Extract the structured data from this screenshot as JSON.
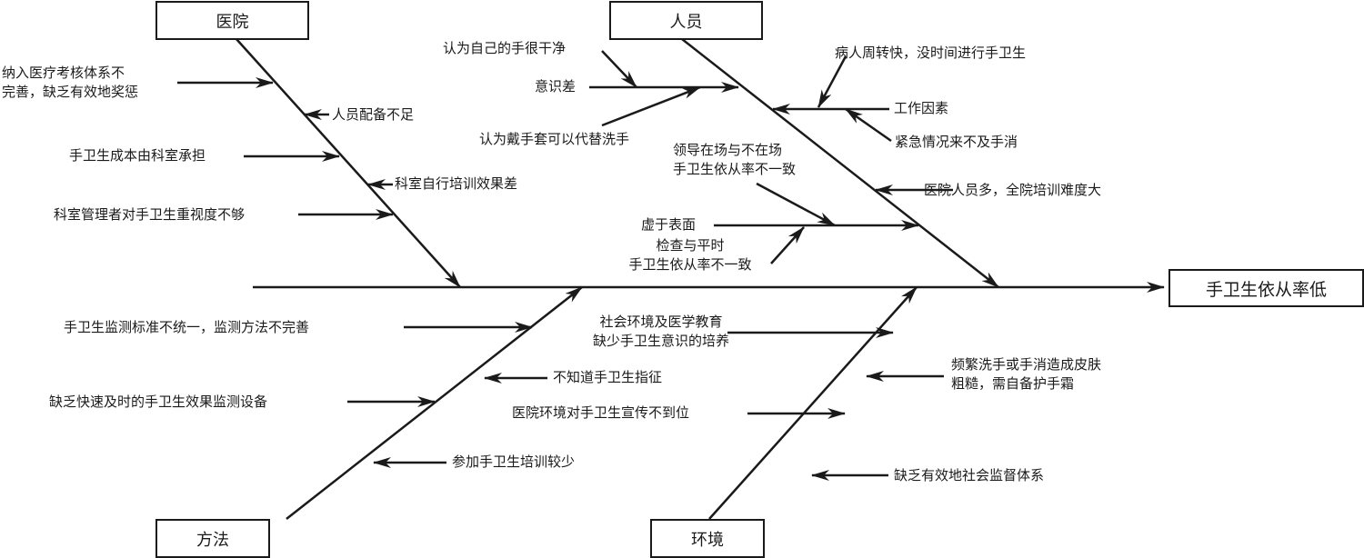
{
  "effect": "手卫生依从率低",
  "categories": {
    "hospital": "医院",
    "personnel": "人员",
    "method": "方法",
    "environment": "环境"
  },
  "causes": {
    "hospital": {
      "c1": "纳入医疗考核体系不\n完善，缺乏有效地奖惩",
      "c2": "人员配备不足",
      "c3": "手卫生成本由科室承担",
      "c4": "科室自行培训效果差",
      "c5": "科室管理者对手卫生重视度不够"
    },
    "personnel": {
      "awareness": "意识差",
      "awareness_sub1": "认为自己的手很干净",
      "awareness_sub2": "认为戴手套可以代替洗手",
      "work": "工作因素",
      "work_sub1": "病人周转快，没时间进行手卫生",
      "work_sub2": "紧急情况来不及手消",
      "training": "医院人员多，全院培训难度大",
      "superficial": "虚于表面",
      "superficial_sub1": "领导在场与不在场\n手卫生依从率不一致",
      "superficial_sub2": "检查与平时\n手卫生依从率不一致"
    },
    "method": {
      "c1": "手卫生监测标准不统一，监测方法不完善",
      "c2": "不知道手卫生指征",
      "c3": "缺乏快速及时的手卫生效果监测设备",
      "c4": "参加手卫生培训较少"
    },
    "environment": {
      "c1": "社会环境及医学教育\n缺少手卫生意识的培养",
      "c2": "频繁洗手或手消造成皮肤\n粗糙，需自备护手霜",
      "c3": "医院环境对手卫生宣传不到位",
      "c4": "缺乏有效地社会监督体系"
    }
  },
  "colors": {
    "line": "#1a1a1a",
    "background": "#ffffff"
  }
}
